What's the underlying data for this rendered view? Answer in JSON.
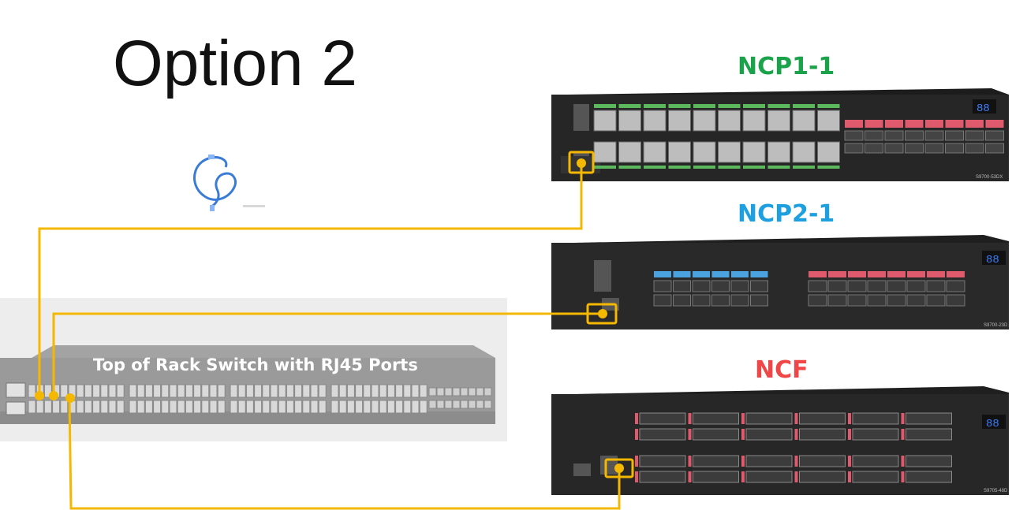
{
  "slide": {
    "title": "Option 2",
    "tor_label": "Top of Rack Switch with RJ45 Ports"
  },
  "devices": [
    {
      "label": "NCP1-1",
      "color": "#1aa34a",
      "model": "S9700-53DX",
      "display": "88"
    },
    {
      "label": "NCP2-1",
      "color": "#1ea0e0",
      "model": "S9700-23D",
      "display": "88"
    },
    {
      "label": "NCF",
      "color": "#ef4747",
      "model": "S9705-48D",
      "display": "88"
    }
  ],
  "colors": {
    "cable": "#f5b800",
    "ncp1_ports": "#5cb85c",
    "ncp2_ports": "#4aa3df",
    "fabric_ports": "#e05a6e"
  },
  "icons": [
    "ethernet-cable-icon"
  ]
}
